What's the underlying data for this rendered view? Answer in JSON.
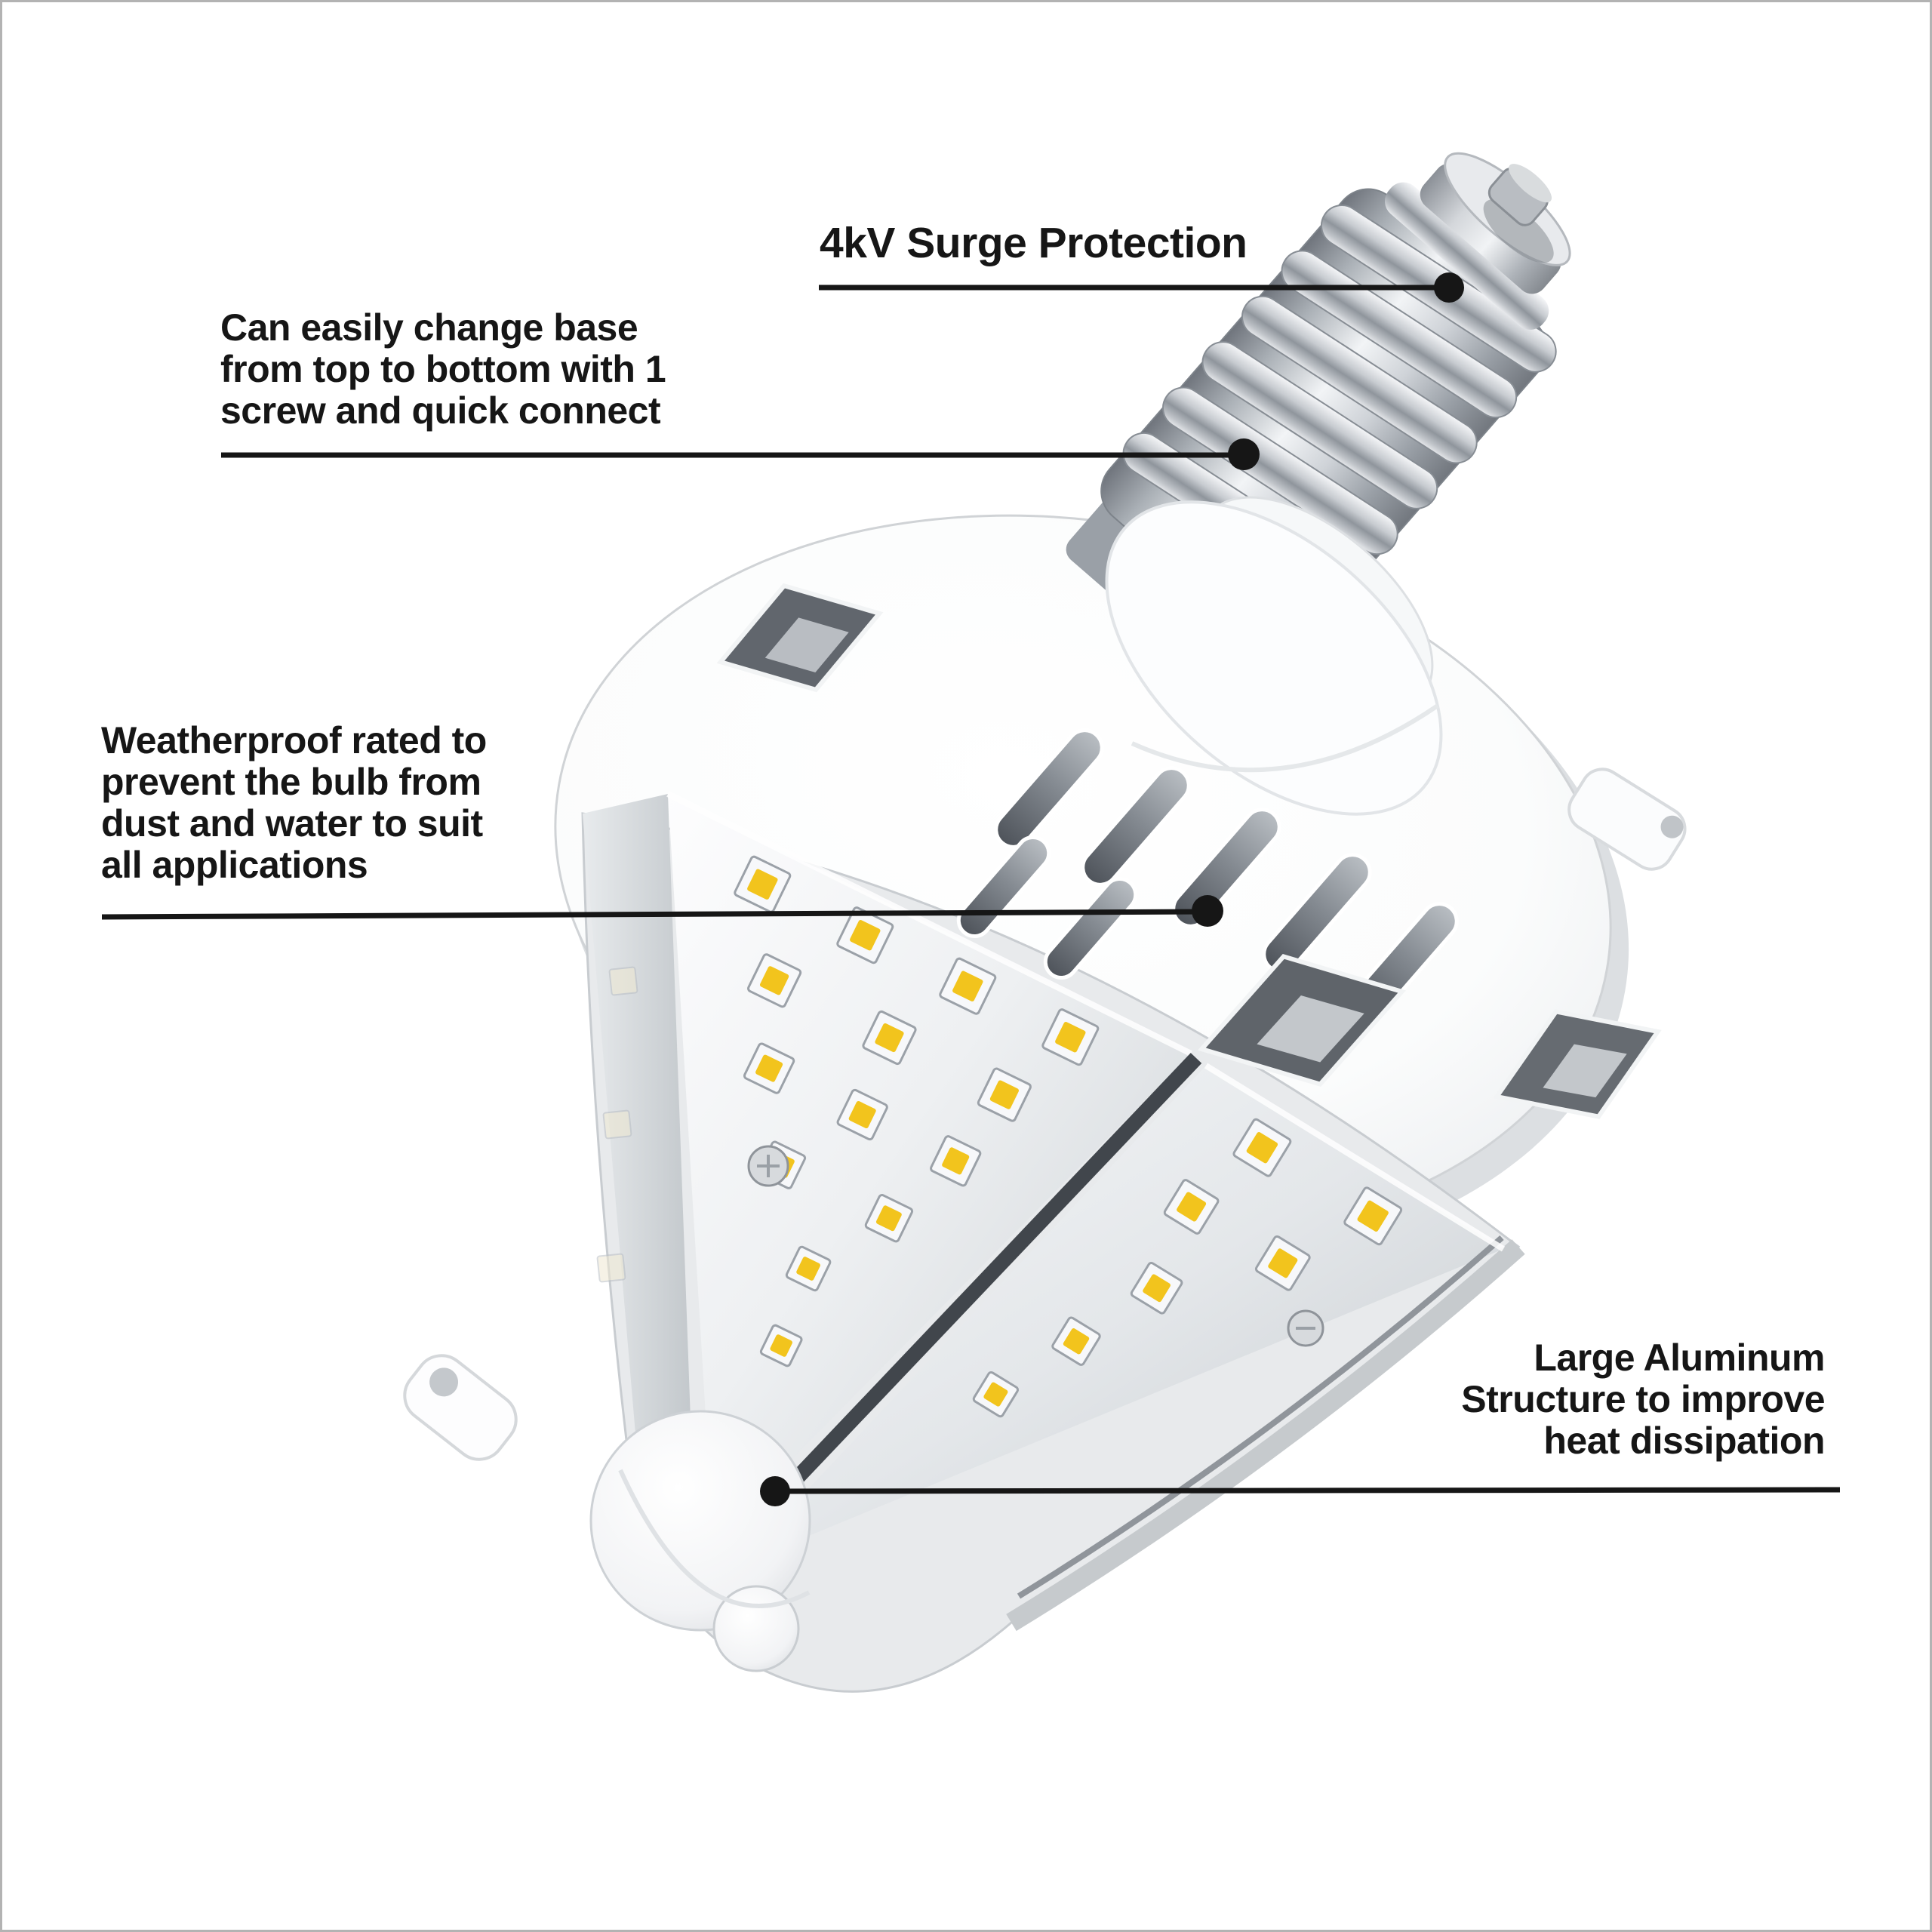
{
  "page": {
    "background": "#ffffff",
    "frame_border_color": "#b3b3b3"
  },
  "product": {
    "description": "LED corn-cob style bulb with mogul screw base, conical diffuser panels and feature callouts",
    "led_chip_color": "#f2c41d",
    "led_frame_color": "#f7f8fa",
    "callout_color": "#161616"
  },
  "annotations": {
    "surge_protection": {
      "lines": [
        "4kV Surge Protection"
      ]
    },
    "base_change": {
      "lines": [
        "Can easily change base",
        "from top to bottom with 1",
        "screw and quick connect"
      ]
    },
    "weatherproof": {
      "lines": [
        "Weatherproof rated to",
        "prevent the bulb from",
        "dust and water to suit",
        "all applications"
      ]
    },
    "aluminum": {
      "lines": [
        "Large Aluminum",
        "Structure to improve",
        "heat dissipation"
      ]
    }
  }
}
